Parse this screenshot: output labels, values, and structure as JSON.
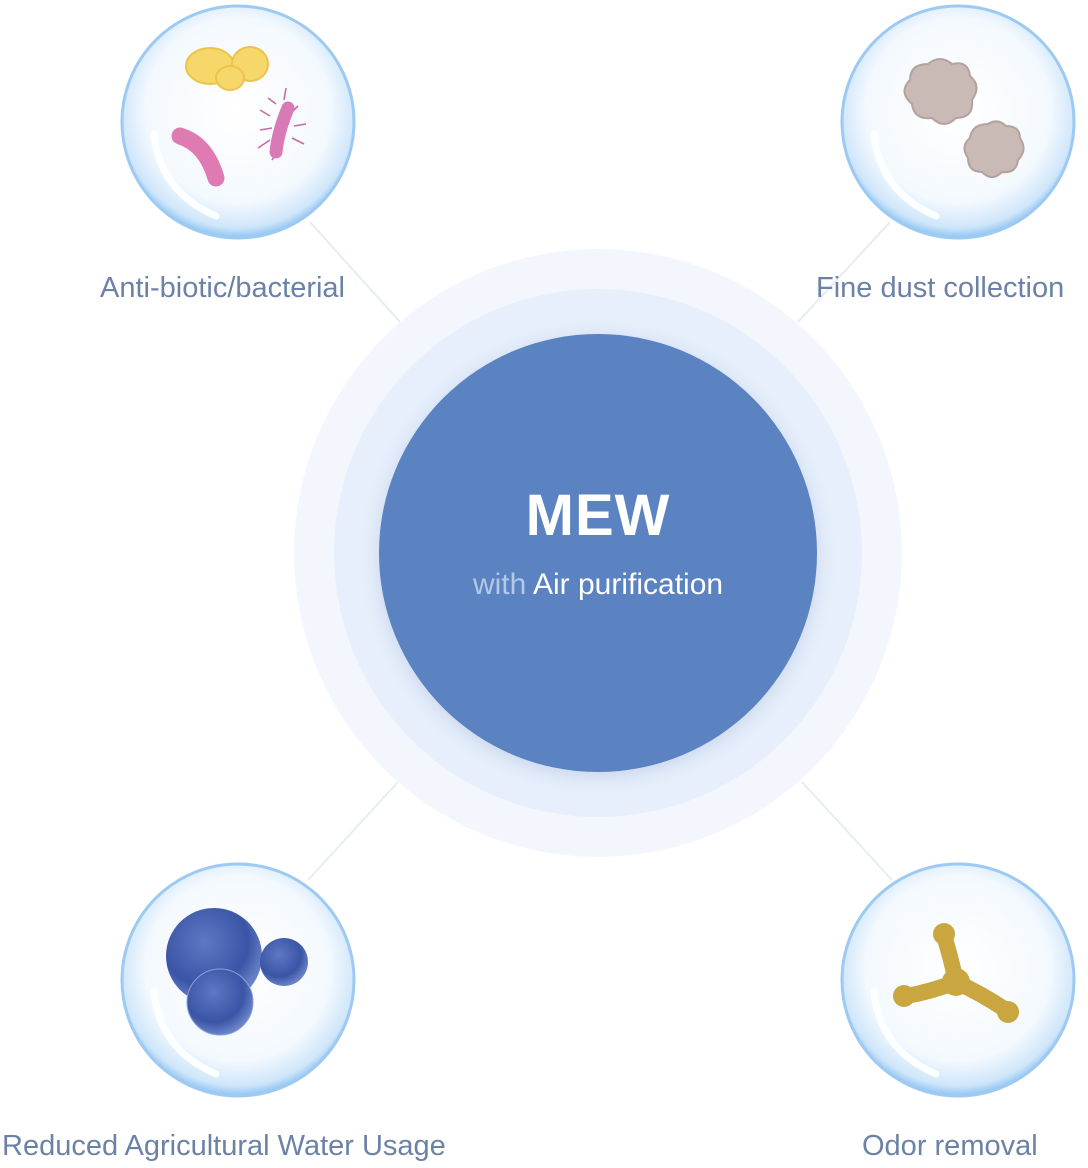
{
  "center": {
    "title": "MEW",
    "prefix": "with",
    "subtitle": "Air purification"
  },
  "features": [
    {
      "label": "Anti-biotic/bacterial",
      "icon": "bacteria-icon"
    },
    {
      "label": "Fine dust collection",
      "icon": "dust-particles-icon"
    },
    {
      "label": "Reduced Agricultural Water Usage",
      "icon": "water-molecule-icon"
    },
    {
      "label": "Odor removal",
      "icon": "odor-molecule-icon"
    }
  ],
  "colors": {
    "core": "#5b82c1",
    "ring_outer": "#f3f7fd",
    "ring_mid": "#e6effb",
    "label": "#6b82a6",
    "bubble_rim": "#8ec3f2"
  }
}
